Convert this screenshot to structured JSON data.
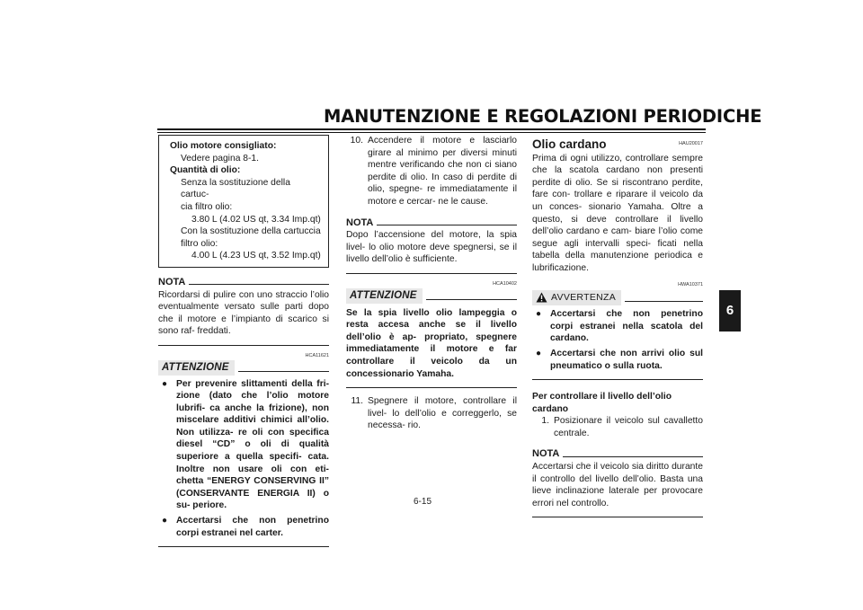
{
  "header": {
    "title": "MANUTENZIONE E REGOLAZIONI PERIODICHE",
    "chapter_tab": "6",
    "page_number": "6-15"
  },
  "col1": {
    "spec_box": {
      "oil_label": "Olio motore consigliato:",
      "oil_value": "Vedere pagina 8-1.",
      "qty_label": "Quantità di olio:",
      "line1": "Senza la sostituzione della cartuc-",
      "line2": "cia filtro olio:",
      "line3": "3.80 L (4.02 US qt, 3.34 Imp.qt)",
      "line4": "Con la sostituzione della cartuccia",
      "line5": "filtro olio:",
      "line6": "4.00 L (4.23 US qt, 3.52 Imp.qt)"
    },
    "nota_label": "NOTA",
    "nota_text": "Ricordarsi di pulire con uno straccio l’olio eventualmente versato sulle parti dopo che il motore e l’impianto di scarico si sono raf- freddati.",
    "attention_code": "HCA11621",
    "attention_label": "ATTENZIONE",
    "bullets": [
      "Per prevenire slittamenti della fri- zione (dato che l’olio motore lubrifi- ca anche la frizione), non miscelare additivi chimici all’olio. Non utilizza- re oli con specifica diesel “CD” o oli di qualità superiore a quella specifi- cata. Inoltre non usare oli con eti- chetta “ENERGY CONSERVING II” (CONSERVANTE ENERGIA II) o su- periore.",
      "Accertarsi che non penetrino corpi estranei nel carter."
    ]
  },
  "col2": {
    "step10_num": "10.",
    "step10_text": "Accendere il motore e lasciarlo girare al minimo per diversi minuti mentre verificando che non ci siano perdite di olio. In caso di perdite di olio, spegne- re immediatamente il motore e cercar- ne le cause.",
    "nota_label": "NOTA",
    "nota_text": "Dopo l’accensione del motore, la spia livel- lo olio motore deve spegnersi, se il livello dell’olio è sufficiente.",
    "attention_code": "HCA10402",
    "attention_label": "ATTENZIONE",
    "attention_text": "Se la spia livello olio lampeggia o resta accesa anche se il livello dell’olio è ap- propriato, spegnere immediatamente il motore e far controllare il veicolo da un concessionario Yamaha.",
    "step11_num": "11.",
    "step11_text": "Spegnere il motore, controllare il livel- lo dell’olio e correggerlo, se necessa- rio."
  },
  "col3": {
    "section_code": "HAU20017",
    "section_title": "Olio cardano",
    "intro": "Prima di ogni utilizzo, controllare sempre che la scatola cardano non presenti perdite di olio. Se si riscontrano perdite, fare con- trollare e riparare il veicolo da un conces- sionario Yamaha. Oltre a questo, si deve controllare il livello dell’olio cardano e cam- biare l’olio come segue agli intervalli speci- ficati nella tabella della manutenzione periodica e lubrificazione.",
    "warning_code": "HWA10371",
    "warning_label": "AVVERTENZA",
    "warning_bullets": [
      "Accertarsi che non penetrino corpi estranei nella scatola del cardano.",
      "Accertarsi che non arrivi olio sul pneumatico o sulla ruota."
    ],
    "check_title": "Per controllare il livello dell’olio cardano",
    "step1_num": "1.",
    "step1_text": "Posizionare il veicolo sul cavalletto centrale.",
    "nota_label": "NOTA",
    "nota_text": "Accertarsi che il veicolo sia diritto durante il controllo del livello dell’olio. Basta una lieve inclinazione laterale per provocare errori nel controllo."
  }
}
